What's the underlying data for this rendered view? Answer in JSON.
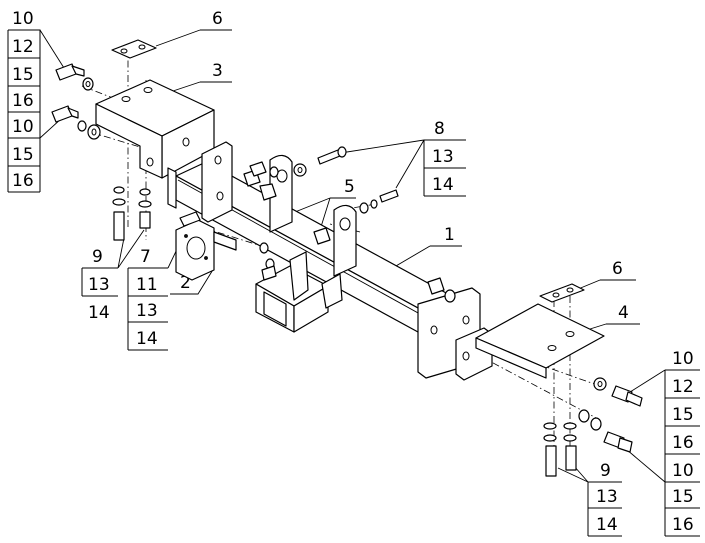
{
  "callouts": {
    "c_tl_10a": "10",
    "c_tl_12": "12",
    "c_tl_15a": "15",
    "c_tl_16a": "16",
    "c_tl_10b": "10",
    "c_tl_15b": "15",
    "c_tl_16b": "16",
    "c_6_top": "6",
    "c_3": "3",
    "c_8": "8",
    "c_8_13": "13",
    "c_8_14": "14",
    "c_5": "5",
    "c_1": "1",
    "c_9_left": "9",
    "c_9_13": "13",
    "c_9_14": "14",
    "c_7": "7",
    "c_7_11": "11",
    "c_7_13": "13",
    "c_7_14": "14",
    "c_2": "2",
    "c_6_right": "6",
    "c_4": "4",
    "c_br_10a": "10",
    "c_br_12": "12",
    "c_br_15a": "15",
    "c_br_16a": "16",
    "c_br_10b": "10",
    "c_br_15b": "15",
    "c_br_16b": "16",
    "c_9_right": "9",
    "c_9r_13": "13",
    "c_9r_14": "14"
  }
}
